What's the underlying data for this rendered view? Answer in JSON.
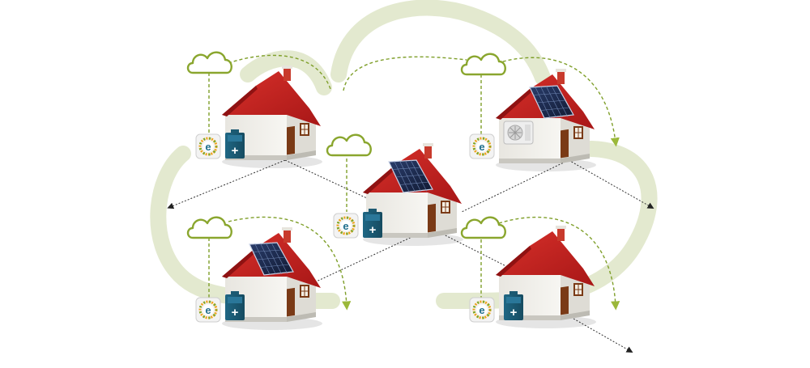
{
  "colors": {
    "background": "#ffffff",
    "cloud_band": "#e3e9cf",
    "cloud_icon": "#8aa62e",
    "connector": "#7f9f2a",
    "connector_arrow": "#9bb83a",
    "wire": "#333333",
    "roof": "#c8201f",
    "roof_dark": "#9f1515",
    "wall": "#f1f0ec",
    "wall_shade": "#d9d7d0",
    "door": "#7a3a16",
    "window": "#8a4a20",
    "solar_panel": "#1b2a4e",
    "solar_grid": "#7f93b8",
    "battery": "#1c5a72",
    "ac_unit": "#e9e9e9"
  },
  "icons": {
    "cloud": "cloud-icon",
    "app": "energy-app-icon",
    "battery": "battery-icon",
    "heat_pump": "heat-pump-icon",
    "solar": "solar-panel-icon"
  },
  "houses": [
    {
      "id": "house-top-left",
      "solar": false,
      "battery": true,
      "heat_pump": false
    },
    {
      "id": "house-top-right",
      "solar": true,
      "battery": false,
      "heat_pump": true
    },
    {
      "id": "house-center",
      "solar": true,
      "battery": true,
      "heat_pump": false
    },
    {
      "id": "house-bottom-left",
      "solar": true,
      "battery": true,
      "heat_pump": false
    },
    {
      "id": "house-bottom-right",
      "solar": false,
      "battery": true,
      "heat_pump": false
    }
  ],
  "app_icon_letter": "e",
  "battery_symbol": "+"
}
